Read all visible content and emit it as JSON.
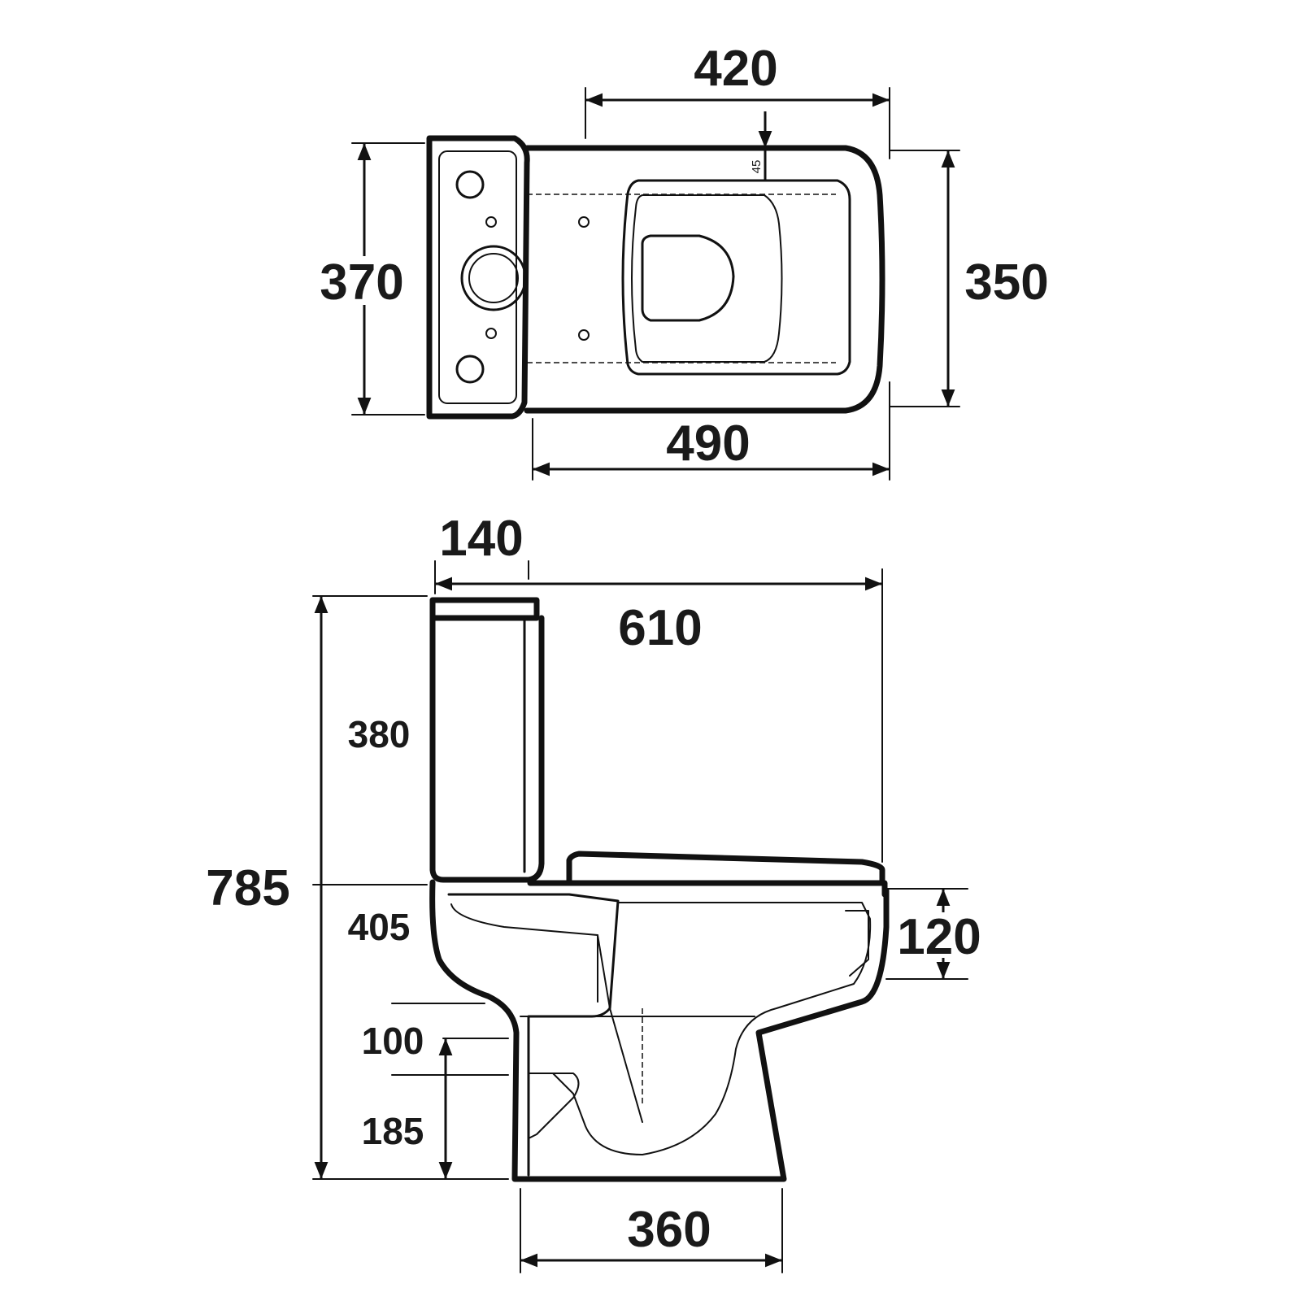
{
  "top_view": {
    "width_overall_pan": "420",
    "depth_cistern": "370",
    "depth_pan": "350",
    "length_pan": "490",
    "seat_gap": "45"
  },
  "side_view": {
    "cistern_depth": "140",
    "overall_projection": "610",
    "cistern_height": "380",
    "overall_height": "785",
    "pan_height": "405",
    "rim_height": "120",
    "outlet_band": "100",
    "outlet_height": "185",
    "base_width": "360"
  }
}
